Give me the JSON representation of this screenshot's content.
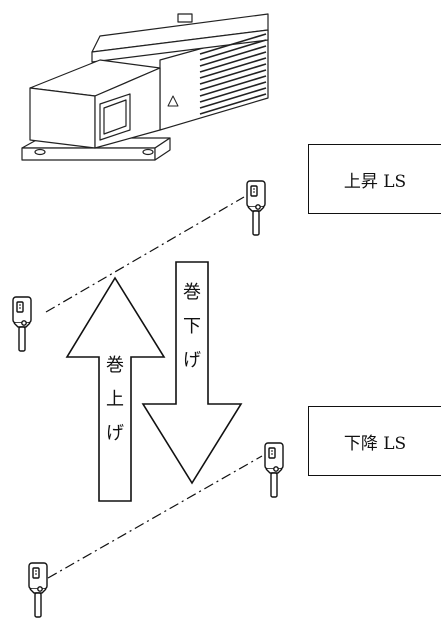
{
  "labels": {
    "upper_limit": "上昇 LS",
    "lower_limit": "下降 LS"
  },
  "arrows": {
    "down": [
      "巻",
      "下",
      "げ"
    ],
    "up": [
      "巻",
      "上",
      "げ"
    ]
  }
}
